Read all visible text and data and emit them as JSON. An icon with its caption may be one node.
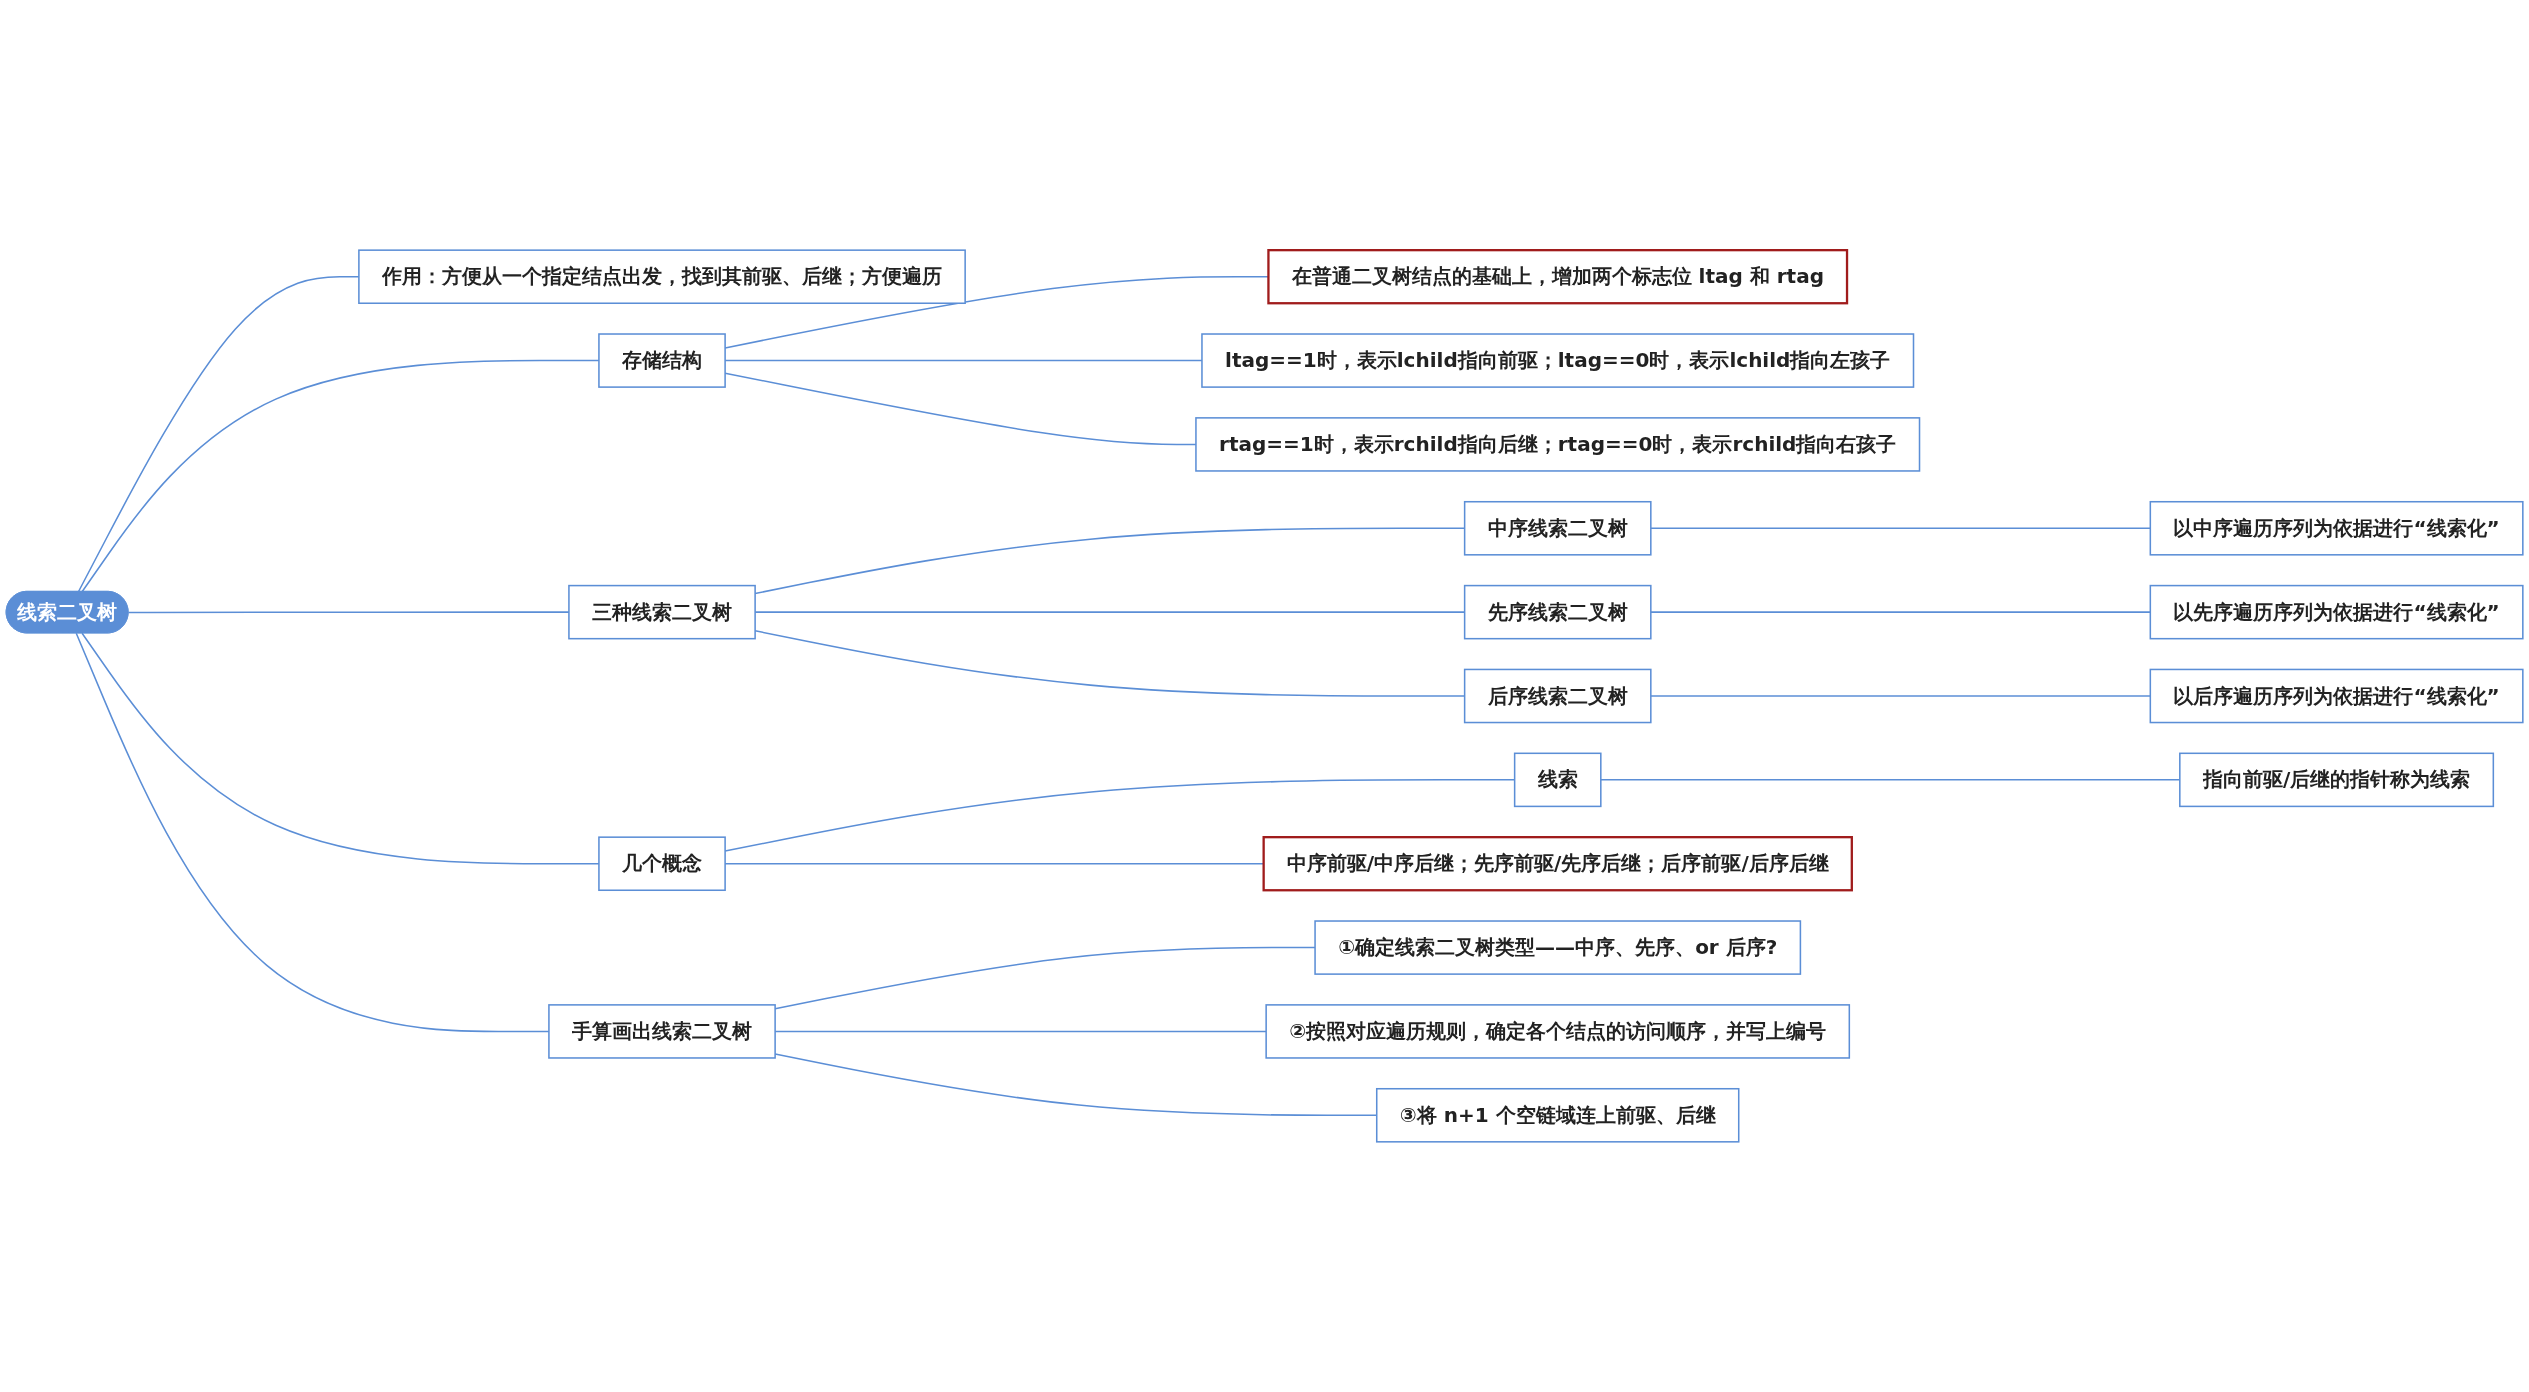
{
  "diagram": {
    "nodes": [
      {
        "text": [
          "线索二叉树"
        ]
      },
      {
        "text": [
          "作用：方便从一个指定结点出发，找到其前驱、后继；方便遍历"
        ]
      },
      {
        "text": [
          "存储结构"
        ]
      },
      {
        "text": [
          "在普通二叉树结点的基础上，增加两个标志位 ltag 和 rtag"
        ]
      },
      {
        "text": [
          "ltag==1时，表示lchild指向前驱；ltag==0时，表示lchild指向左孩子"
        ]
      },
      {
        "text": [
          "rtag==1时，表示rchild指向后继；rtag==0时，表示rchild指向右孩子"
        ]
      },
      {
        "text": [
          "三种线索二叉树"
        ]
      },
      {
        "text": [
          "中序线索二叉树"
        ]
      },
      {
        "text": [
          "以中序遍历序列为依据进行“线索化”"
        ]
      },
      {
        "text": [
          "先序线索二叉树"
        ]
      },
      {
        "text": [
          "以先序遍历序列为依据进行“线索化”"
        ]
      },
      {
        "text": [
          "后序线索二叉树"
        ]
      },
      {
        "text": [
          "以后序遍历序列为依据进行“线索化”"
        ]
      },
      {
        "text": [
          "几个概念"
        ]
      },
      {
        "text": [
          "线索"
        ]
      },
      {
        "text": [
          "指向前驱/后继的指针称为线索"
        ]
      },
      {
        "text": [
          "中序前驱/中序后继；先序前驱/先序后继；后序前驱/后序后继"
        ]
      },
      {
        "text": [
          "手算画出线索二叉树"
        ]
      },
      {
        "text": [
          "①确定线索二叉树类型——中序、先序、or 后序?"
        ]
      },
      {
        "text": [
          "②按照对应遍历规则，确定各个结点的访问顺序，并写上编号"
        ]
      },
      {
        "text": [
          "③将 n+1 个空链域连上前驱、后继"
        ]
      }
    ],
    "edges": [
      {
        "from": 0,
        "to": 1,
        "arrow": "none"
      },
      {
        "from": 0,
        "to": 2,
        "arrow": "none"
      },
      {
        "from": 2,
        "to": 3,
        "arrow": "none"
      },
      {
        "from": 2,
        "to": 4,
        "arrow": "none"
      },
      {
        "from": 2,
        "to": 5,
        "arrow": "none"
      },
      {
        "from": 0,
        "to": 6,
        "arrow": "none"
      },
      {
        "from": 6,
        "to": 7,
        "arrow": "none"
      },
      {
        "from": 7,
        "to": 8,
        "arrow": "none"
      },
      {
        "from": 6,
        "to": 9,
        "arrow": "none"
      },
      {
        "from": 9,
        "to": 10,
        "arrow": "none"
      },
      {
        "from": 6,
        "to": 11,
        "arrow": "none"
      },
      {
        "from": 11,
        "to": 12,
        "arrow": "none"
      },
      {
        "from": 0,
        "to": 13,
        "arrow": "none"
      },
      {
        "from": 13,
        "to": 14,
        "arrow": "none"
      },
      {
        "from": 14,
        "to": 15,
        "arrow": "none"
      },
      {
        "from": 13,
        "to": 16,
        "arrow": "none"
      },
      {
        "from": 0,
        "to": 17,
        "arrow": "none"
      },
      {
        "from": 17,
        "to": 18,
        "arrow": "none"
      },
      {
        "from": 17,
        "to": 19,
        "arrow": "none"
      },
      {
        "from": 17,
        "to": 20,
        "arrow": "none"
      }
    ]
  }
}
